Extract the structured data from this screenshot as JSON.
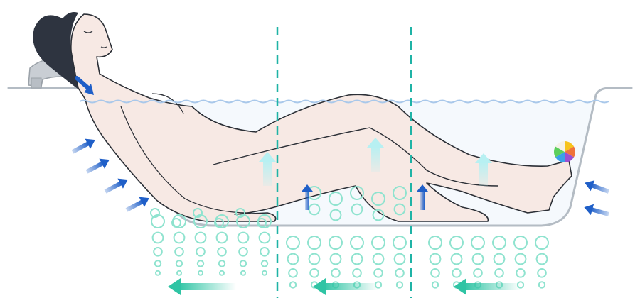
{
  "diagram": {
    "zones": 3,
    "colors": {
      "background": "#ffffff",
      "tub_outline": "#b4bcc4",
      "water_line": "#a9c8ea",
      "water_fill": "#eef5fc",
      "skin": "#f7e9e4",
      "hair": "#2e3440",
      "outline": "#2b2f36",
      "divider": "#1fb3a6",
      "bubble": "#8fe3cf",
      "flow_arrow": "#2fc4a4",
      "jet_arrow": "#1f5fc8",
      "lift_arrow": "#b7f0f2",
      "pillow": "#c9ced4",
      "ball": [
        "#f7c31d",
        "#f0733a",
        "#9b4fd1",
        "#3aa0e8",
        "#5ccf5c",
        "#f5f1e8"
      ]
    },
    "elements": {
      "tub": "bathtub-outline",
      "water": "water-surface-line",
      "person": "reclining-woman",
      "headrest": "bath-pillow",
      "ball": "multicolor-ball",
      "dividers": "dashed-zone-dividers",
      "bubbles": "air-bubble-columns",
      "flow": "bottom-flow-arrows",
      "jets": "side-jet-arrows",
      "lift": "upward-lift-arrows"
    }
  }
}
